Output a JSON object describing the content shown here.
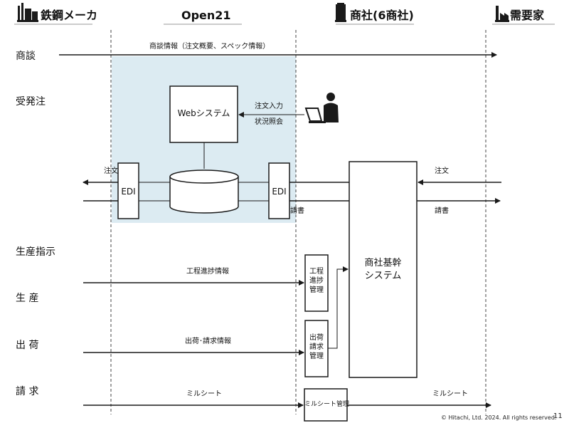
{
  "lanes": {
    "steel": "鉄鋼メーカ",
    "open21": "Open21",
    "trading": "商社(6商社)",
    "customer": "需要家"
  },
  "rows": {
    "negotiation": "商談",
    "order": "受発注",
    "production_instruction": "生産指示",
    "production": "生 産",
    "shipping": "出 荷",
    "billing": "請 求"
  },
  "flows": {
    "negotiation_info": "商談情報（注文概要、スペック情報）",
    "order_input": "注文入力",
    "status_inquiry": "状況照会",
    "order_left": "注文",
    "order_right": "注文",
    "invoice_mid": "請書",
    "invoice_right": "請書",
    "progress_info": "工程進捗情報",
    "shipping_billing_info": "出荷･請求情報",
    "mill_sheet_left": "ミルシート",
    "mill_sheet_right": "ミルシート"
  },
  "boxes": {
    "web_system": "Webシステム",
    "edi_left": "EDI",
    "edi_right": "EDI",
    "core_system": "商社基幹\nシステム",
    "progress_mgmt": "工程\n進捗\n管理",
    "shipping_mgmt": "出荷\n請求\n管理",
    "mill_sheet_mgmt": "ミルシート管理"
  },
  "footer": {
    "copyright": "© Hitachi, Ltd. 2024. All rights reserved.",
    "page_number": "11"
  },
  "colors": {
    "open21_zone": "#dcebf2",
    "line": "#1a1a1a"
  }
}
